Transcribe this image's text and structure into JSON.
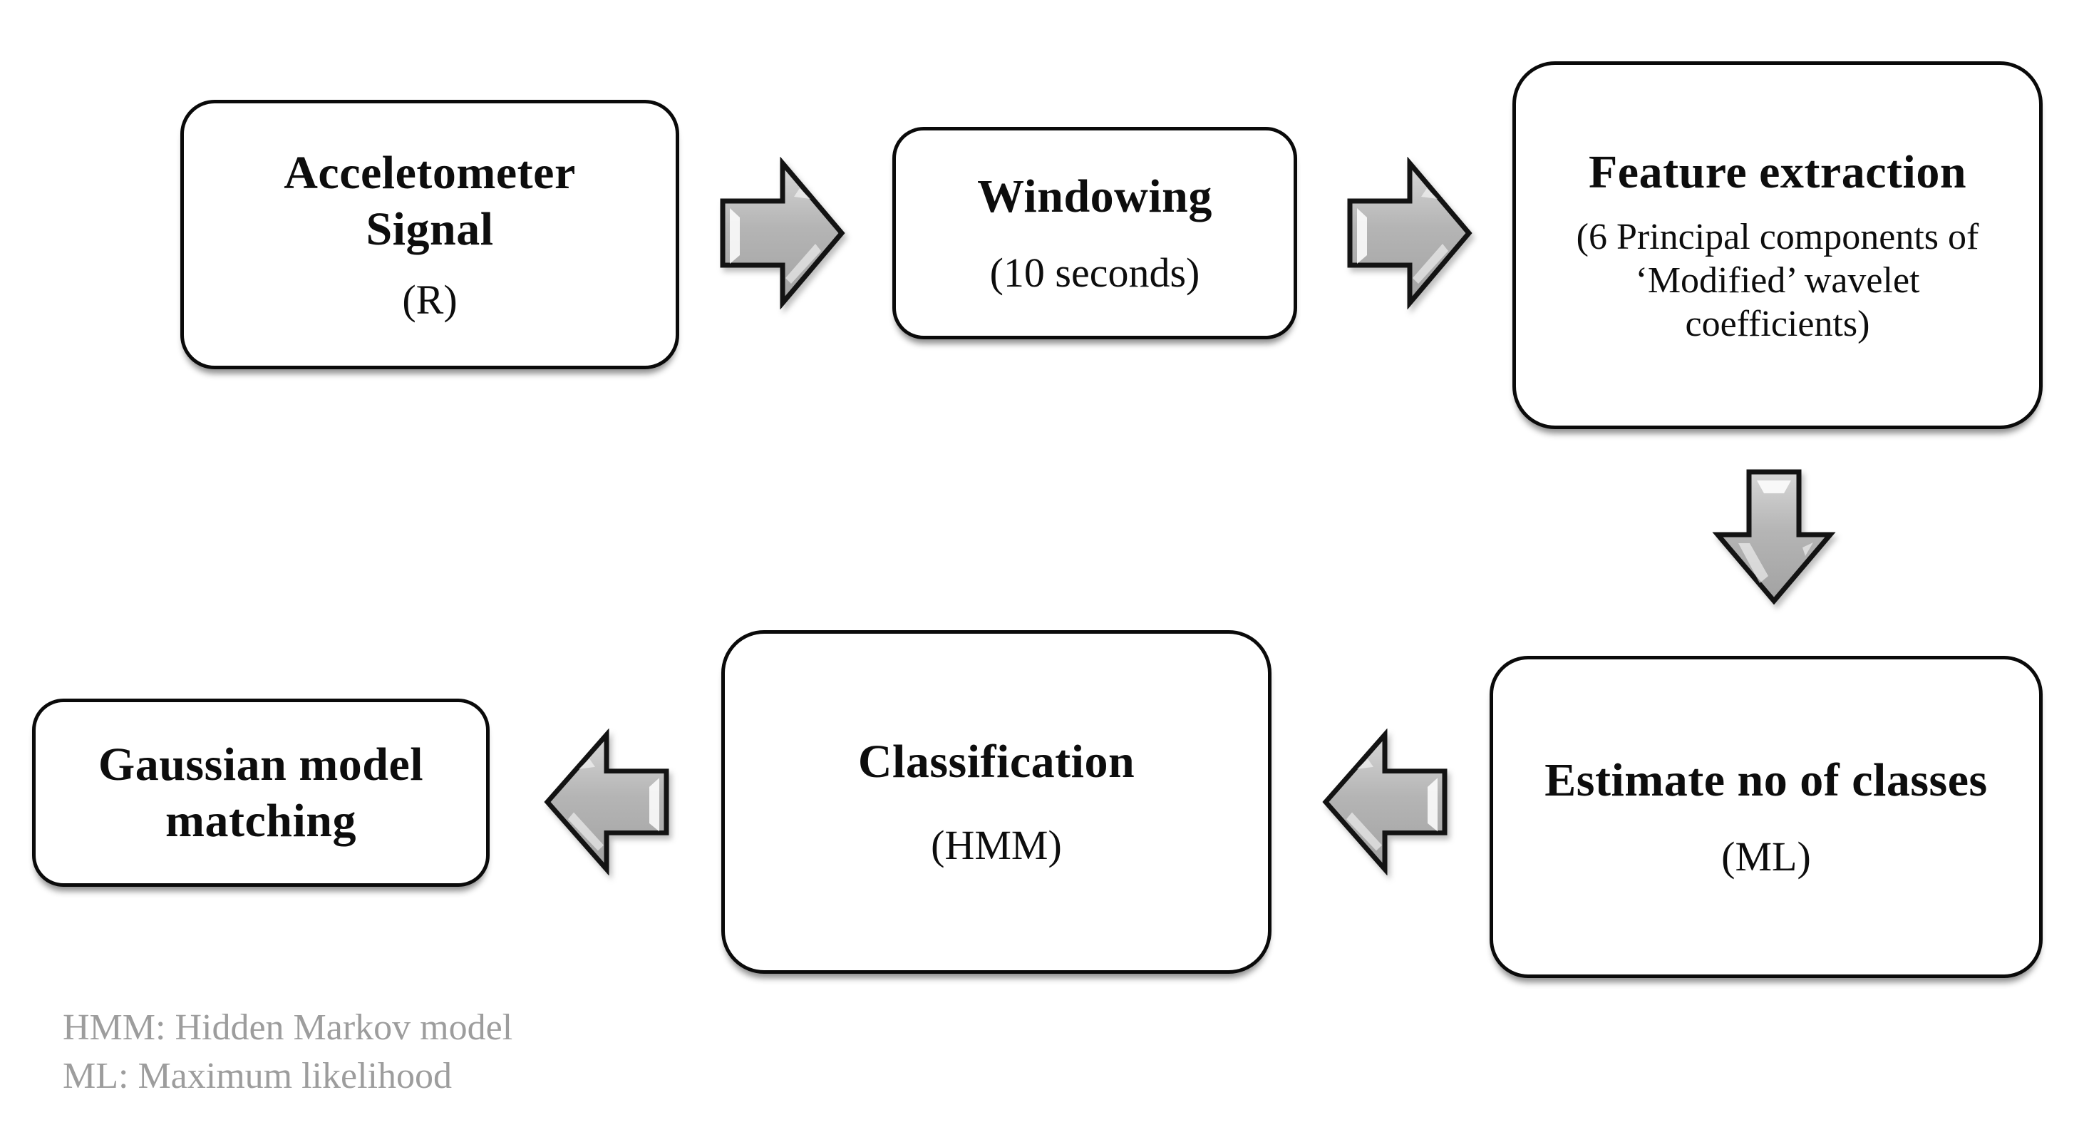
{
  "diagram": {
    "nodes": [
      {
        "key": "accelerometer-signal",
        "title": "Acceletometer Signal",
        "subtitle": "(R)"
      },
      {
        "key": "windowing",
        "title": "Windowing",
        "subtitle": "(10 seconds)"
      },
      {
        "key": "feature-extraction",
        "title": "Feature extraction",
        "subtitle": "(6 Principal components of ‘Modified’ wavelet coefficients)"
      },
      {
        "key": "estimate-classes",
        "title": "Estimate no of classes",
        "subtitle": "(ML)"
      },
      {
        "key": "classification",
        "title": "Classification",
        "subtitle": "(HMM)"
      },
      {
        "key": "gaussian-matching",
        "title": "Gaussian model matching",
        "subtitle": ""
      }
    ],
    "arrows": [
      {
        "from": "accelerometer-signal",
        "to": "windowing",
        "direction": "right"
      },
      {
        "from": "windowing",
        "to": "feature-extraction",
        "direction": "right"
      },
      {
        "from": "feature-extraction",
        "to": "estimate-classes",
        "direction": "down"
      },
      {
        "from": "estimate-classes",
        "to": "classification",
        "direction": "left"
      },
      {
        "from": "classification",
        "to": "gaussian-matching",
        "direction": "left"
      }
    ],
    "legend": {
      "lines": [
        "HMM: Hidden Markov model",
        "ML: Maximum likelihood"
      ]
    },
    "colors": {
      "box_border": "#0a0a0a",
      "box_fill": "#ffffff",
      "text_color": "#0d0d0d",
      "arrow_fill": "#b5b5b5",
      "arrow_fill_light": "#d7d7d7",
      "arrow_fill_dark": "#a2a2a2",
      "arrow_stroke": "#131313",
      "legend_color": "#9d9d9d",
      "background": "#ffffff"
    }
  }
}
